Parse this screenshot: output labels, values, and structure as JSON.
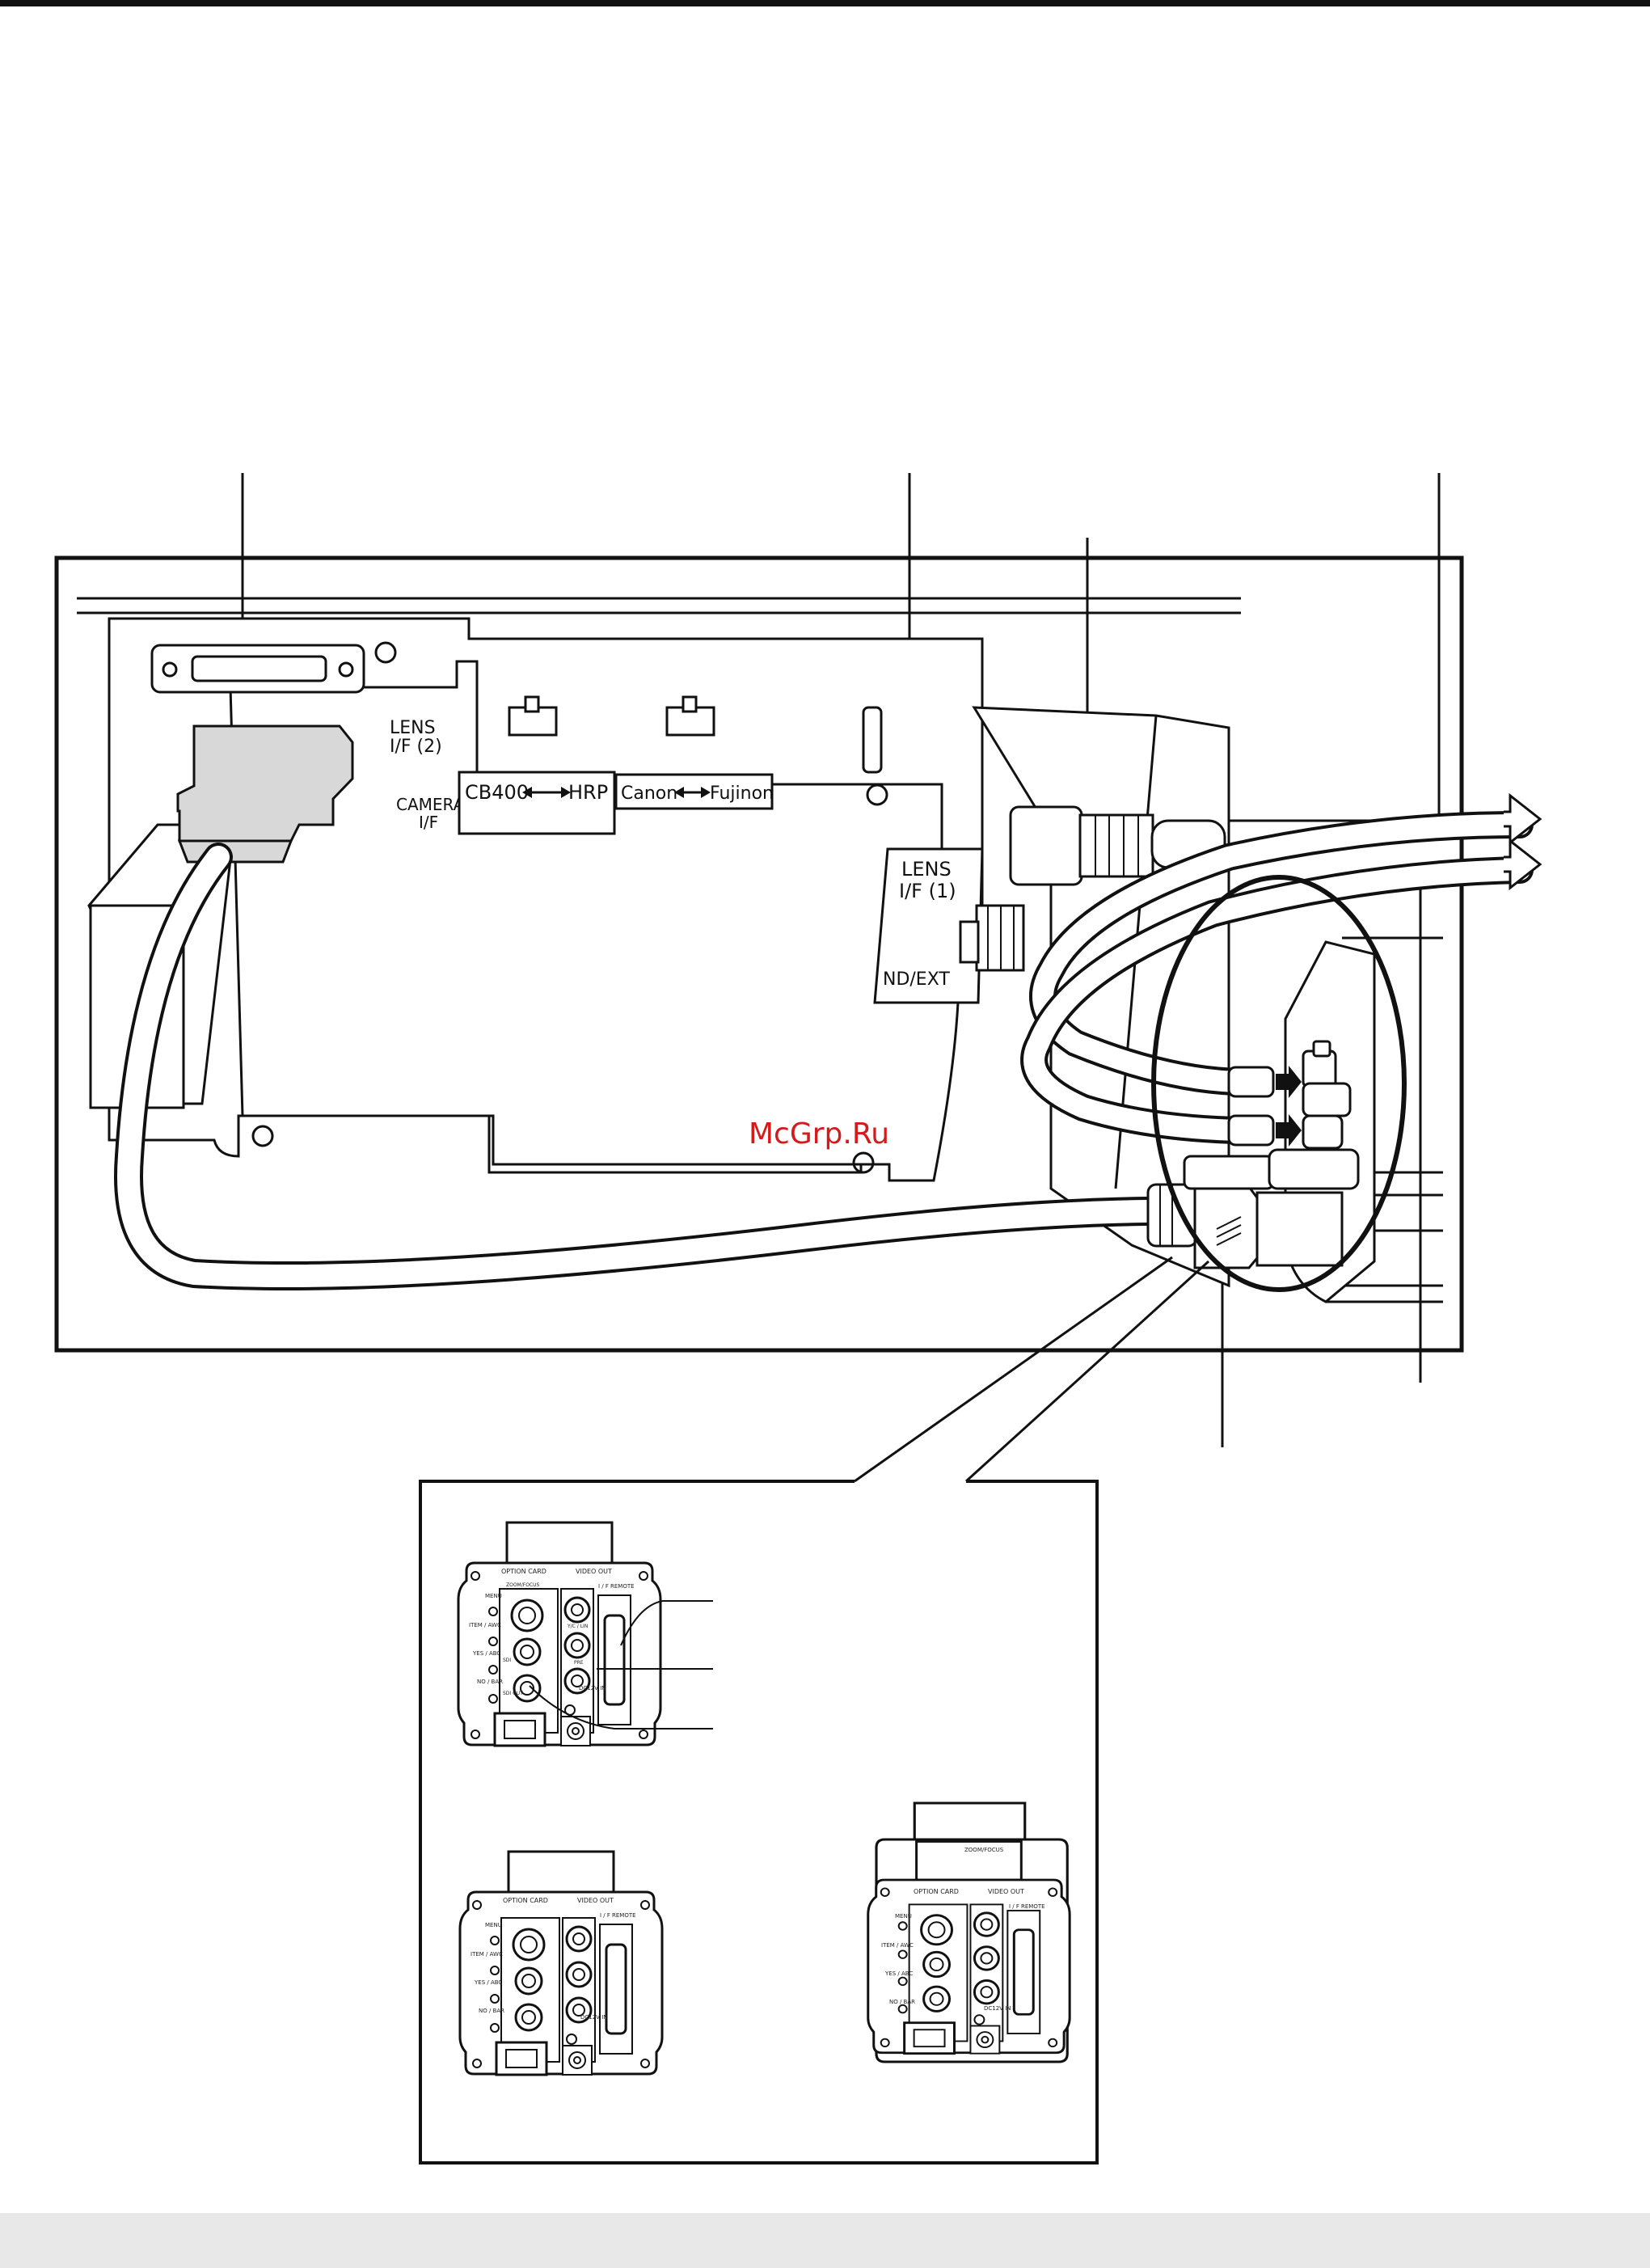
{
  "board": {
    "lens_if2": [
      "LENS",
      "I/F (2)"
    ],
    "camera_if": [
      "CAMERA",
      "I/F"
    ],
    "switch_cb": {
      "left": "CB400",
      "right": "HRP"
    },
    "switch_lens": {
      "left": "Canon",
      "right": "Fujinon"
    },
    "lens_if1": [
      "LENS",
      "I/F (1)"
    ],
    "nd_ext": "ND/EXT"
  },
  "watermark": "McGrp.Ru",
  "camera_panel": {
    "option_card": "OPTION CARD",
    "video_out": "VIDEO OUT",
    "if": "I / F",
    "remote": "REMOTE",
    "zoom_focus_top": "ZOOM/FOCUS",
    "zoom_focus": "ZOOM/FOCUS",
    "yc_lin": "Y/C / LIN",
    "pre": "PRE",
    "dc_in": "DC12V IN",
    "menu": "MENU",
    "item_awc": "ITEM / AWC",
    "yes_abc": "YES / ABC",
    "no_bar": "NO / BAR",
    "sdi": "SDI",
    "sdi_out": "SDI OUT"
  },
  "colors": {
    "line": "#111111",
    "watermark": "#d41a1a",
    "footer": "#e8e8e8"
  }
}
